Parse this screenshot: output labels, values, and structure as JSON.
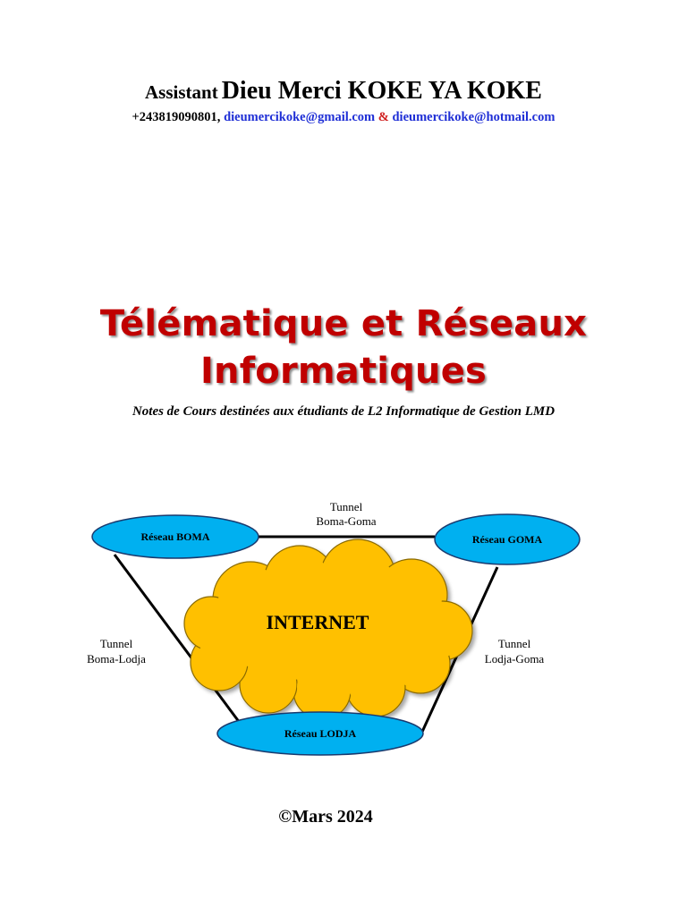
{
  "author": {
    "prefix": "Assistant",
    "name": "Dieu Merci KOKE YA KOKE"
  },
  "contact": {
    "phone": "+243819090801,",
    "email1": "dieumercikoke@gmail.com",
    "separator": "&",
    "email2": "dieumercikoke@hotmail.com"
  },
  "title": {
    "line1": "Télématique et Réseaux",
    "line2": "Informatiques"
  },
  "subtitle": "Notes de Cours destinées aux étudiants de L2 Informatique de Gestion LMD",
  "diagram": {
    "cloud_label": "INTERNET",
    "nodes": {
      "boma": "Réseau BOMA",
      "goma": "Réseau GOMA",
      "lodja": "Réseau LODJA"
    },
    "tunnels": {
      "boma_goma": {
        "line1": "Tunnel",
        "line2": "Boma-Goma"
      },
      "boma_lodja": {
        "line1": "Tunnel",
        "line2": "Boma-Lodja"
      },
      "lodja_goma": {
        "line1": "Tunnel",
        "line2": "Lodja-Goma"
      }
    },
    "colors": {
      "node_fill": "#00b0f0",
      "cloud_fill": "#ffc000",
      "title_red": "#c00000",
      "link_blue": "#1f2fd6"
    }
  },
  "copyright": "©Mars 2024"
}
